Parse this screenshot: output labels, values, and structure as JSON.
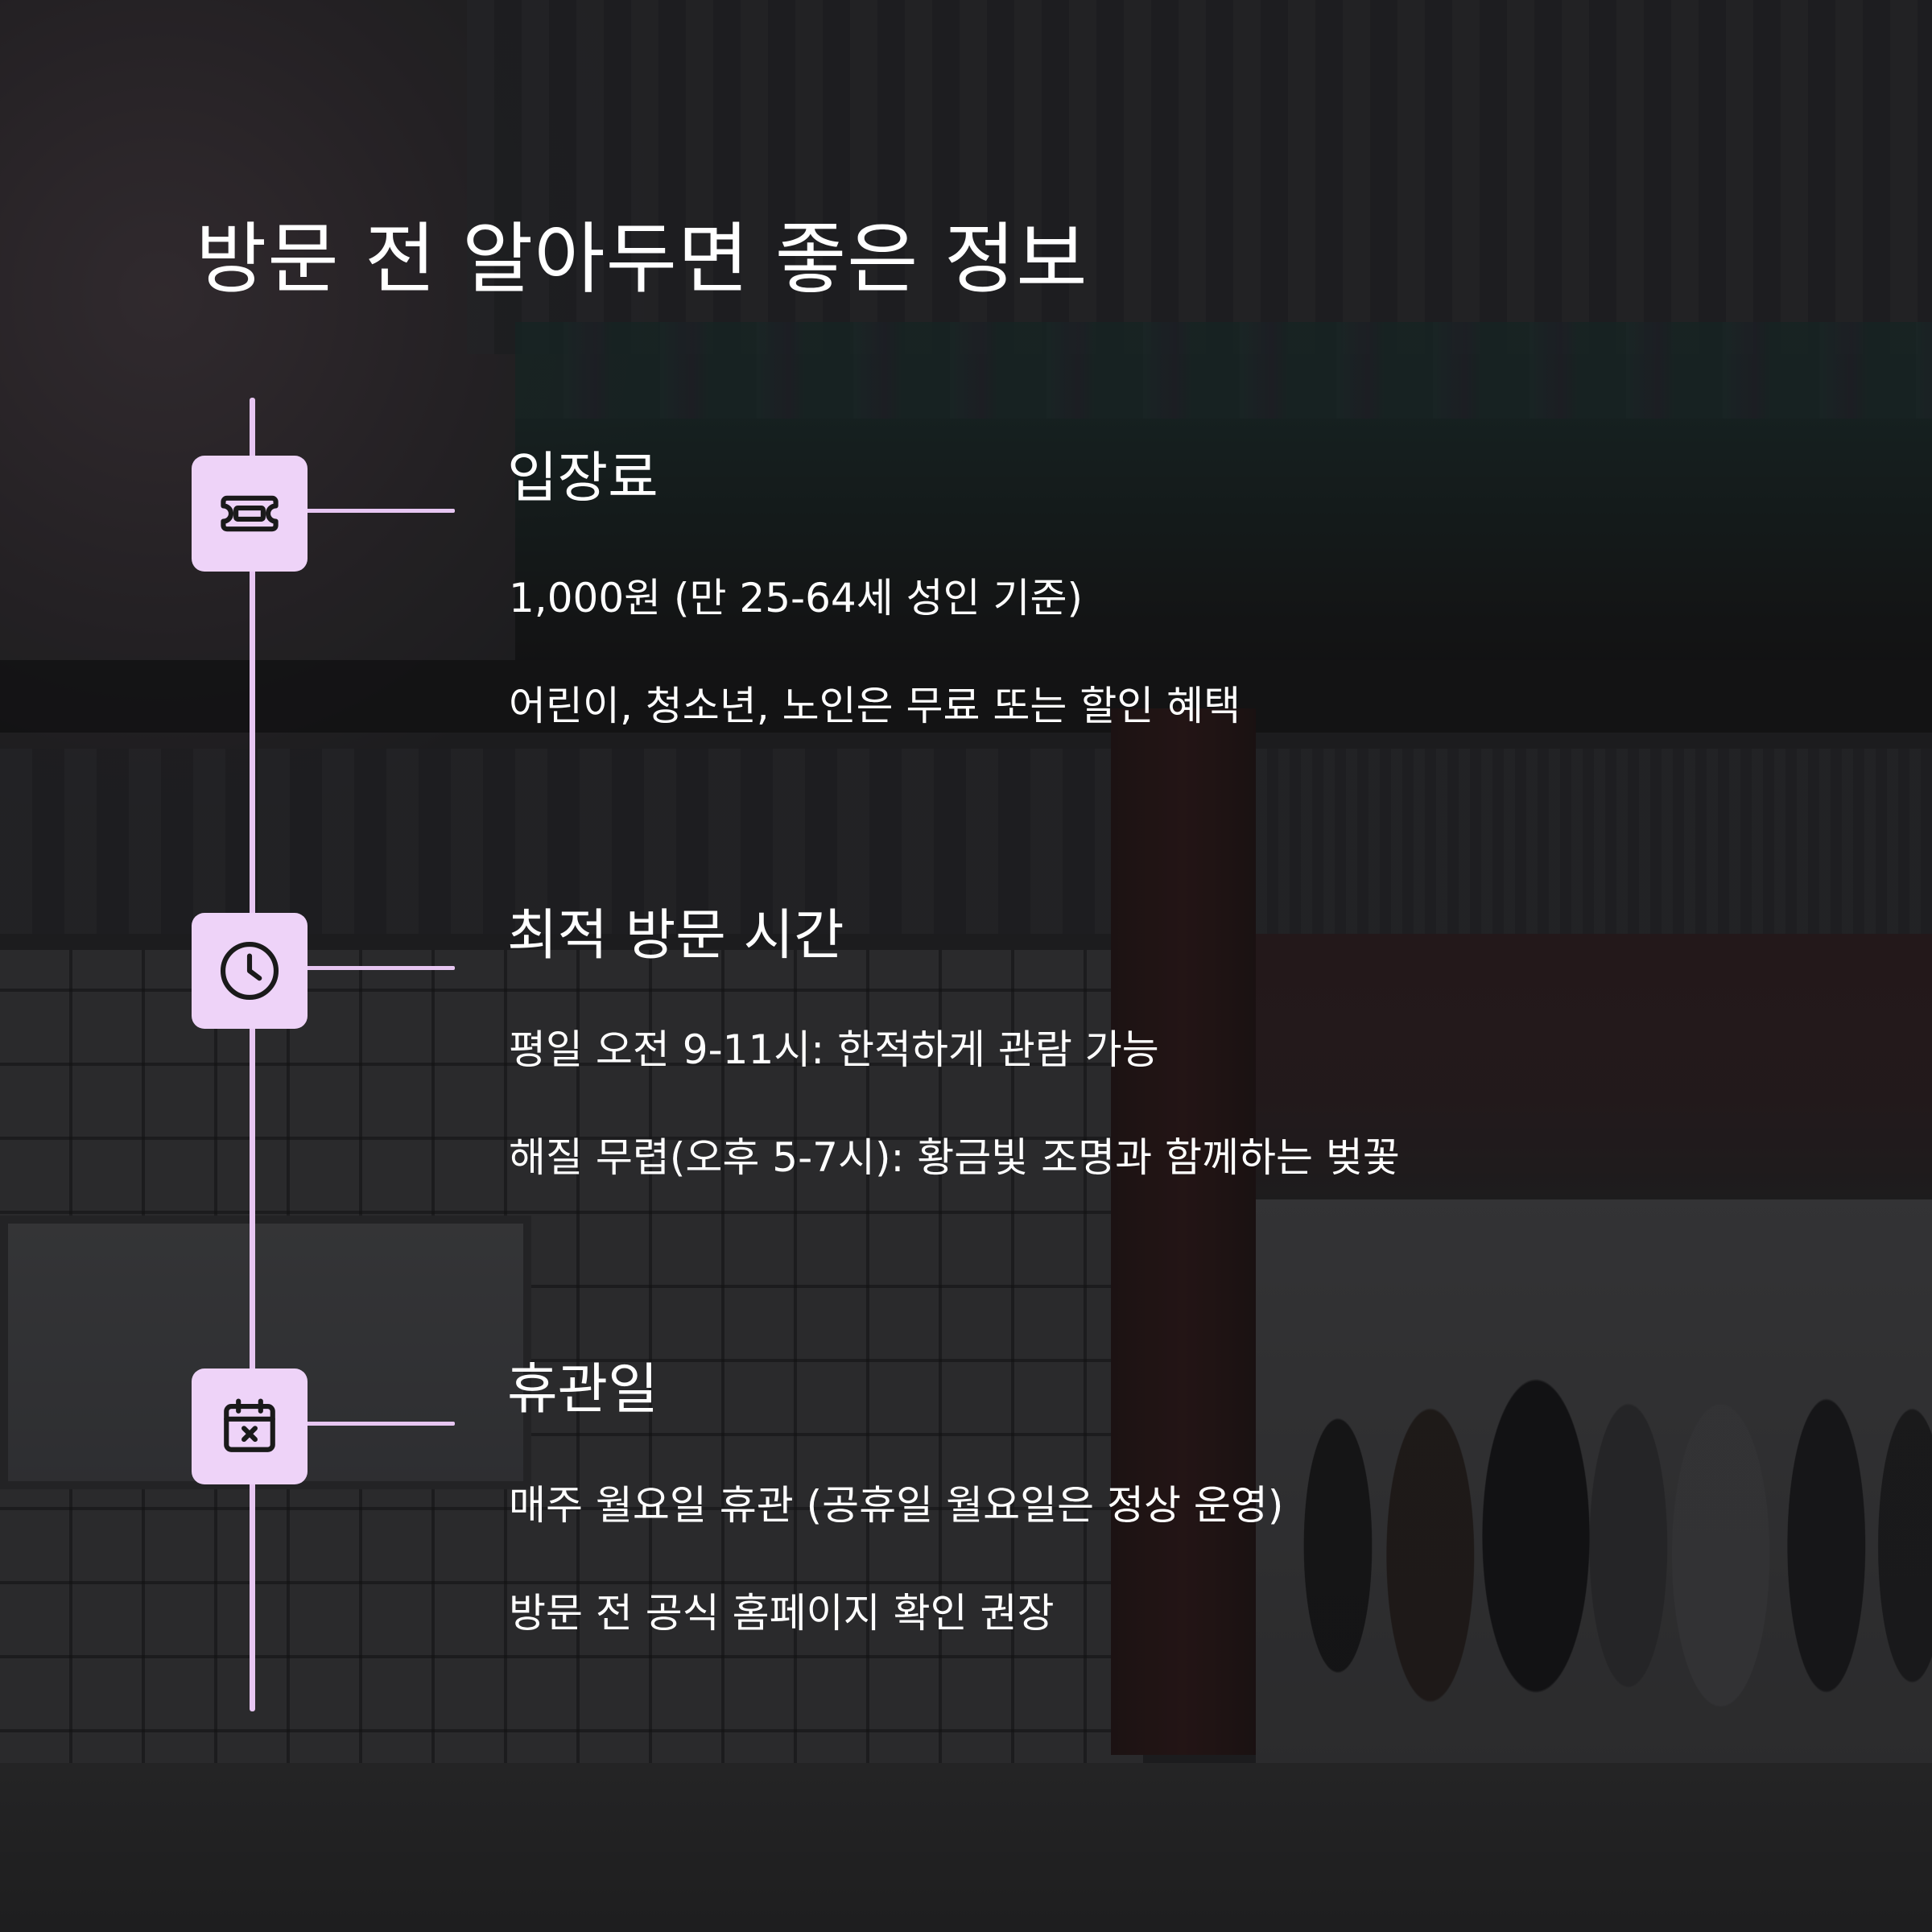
{
  "title": "방문 전 알아두면 좋은 정보",
  "accent_color": "#e7c6f2",
  "icon_tile_color": "#eed3f8",
  "sections": [
    {
      "icon": "ticket-icon",
      "heading": "입장료",
      "lines": [
        "1,000원 (만 25-64세 성인 기준)",
        "어린이, 청소년, 노인은 무료 또는 할인 혜택"
      ]
    },
    {
      "icon": "clock-icon",
      "heading": "최적 방문 시간",
      "lines": [
        "평일 오전 9-11시: 한적하게 관람 가능",
        "해질 무렵(오후 5-7시): 황금빛 조명과 함께하는 벚꽃"
      ]
    },
    {
      "icon": "calendar-x-icon",
      "heading": "휴관일",
      "lines": [
        "매주 월요일 휴관 (공휴일 월요일은 정상 운영)",
        "방문 전 공식 홈페이지 확인 권장"
      ]
    }
  ]
}
